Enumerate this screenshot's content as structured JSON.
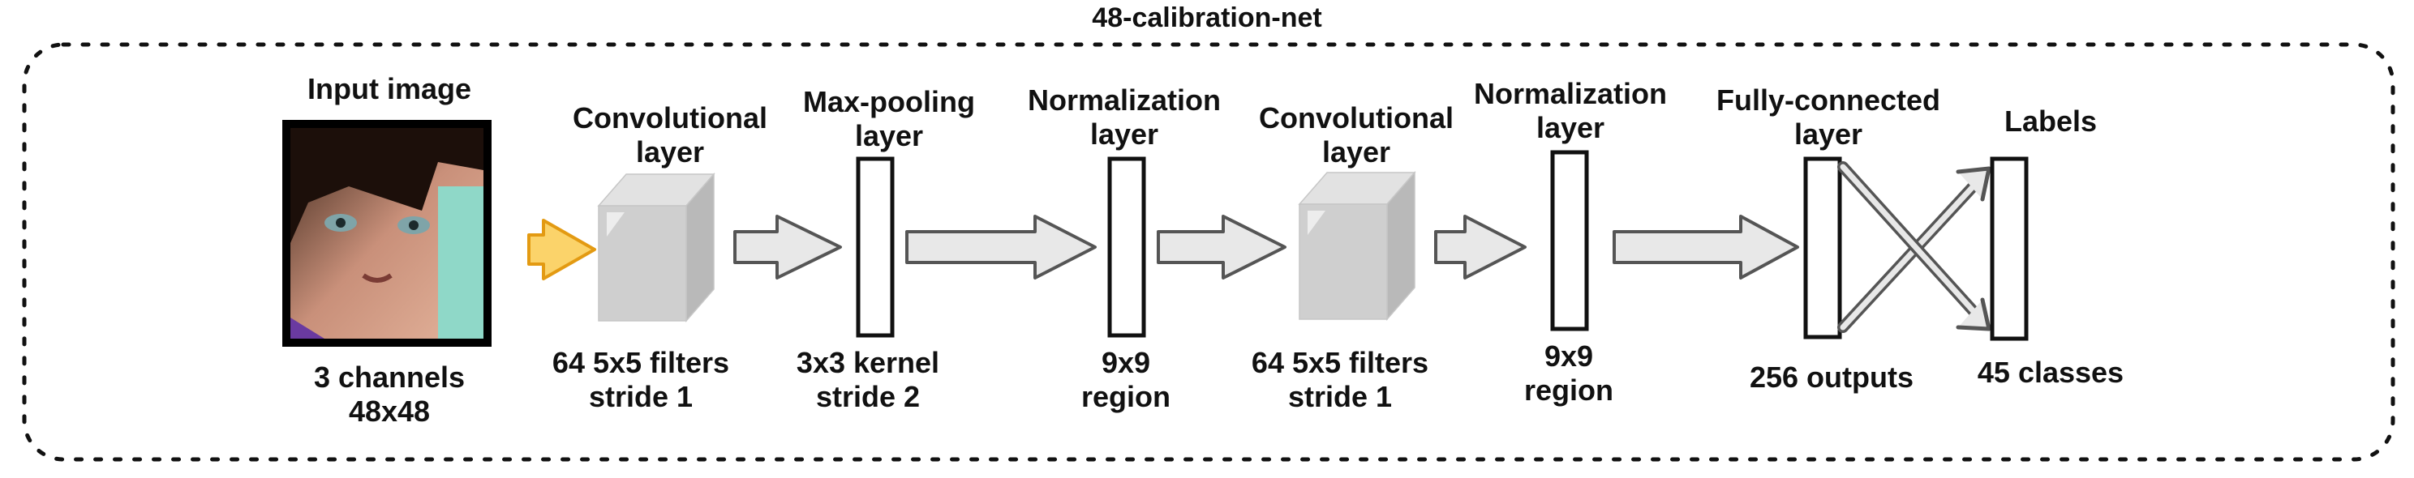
{
  "title": "48-calibration-net",
  "stages": [
    {
      "top": "Input image",
      "bottom": [
        "3 channels",
        "48x48"
      ]
    },
    {
      "top": [
        "Convolutional",
        "layer"
      ],
      "bottom": [
        "64 5x5 filters",
        "stride 1"
      ]
    },
    {
      "top": [
        "Max-pooling",
        "layer"
      ],
      "bottom": [
        "3x3 kernel",
        "stride 2"
      ]
    },
    {
      "top": [
        "Normalization",
        "layer"
      ],
      "bottom": [
        "9x9",
        "region"
      ]
    },
    {
      "top": [
        "Convolutional",
        "layer"
      ],
      "bottom": [
        "64 5x5 filters",
        "stride 1"
      ]
    },
    {
      "top": [
        "Normalization",
        "layer"
      ],
      "bottom": [
        "9x9",
        "region"
      ]
    },
    {
      "top": [
        "Fully-connected",
        "layer"
      ],
      "bottom": [
        "256 outputs"
      ]
    },
    {
      "top": [
        "Labels"
      ],
      "bottom": [
        "45 classes"
      ]
    }
  ],
  "colors": {
    "border": "#111111",
    "arrow_fill": "#e8e8e8",
    "arrow_stroke": "#555555",
    "input_arrow_fill": "#fbd36a",
    "input_arrow_stroke": "#e39a12",
    "cube_front": "#cfcfcf",
    "cube_side": "#b9b9b9",
    "cube_top": "#e2e2e2"
  }
}
